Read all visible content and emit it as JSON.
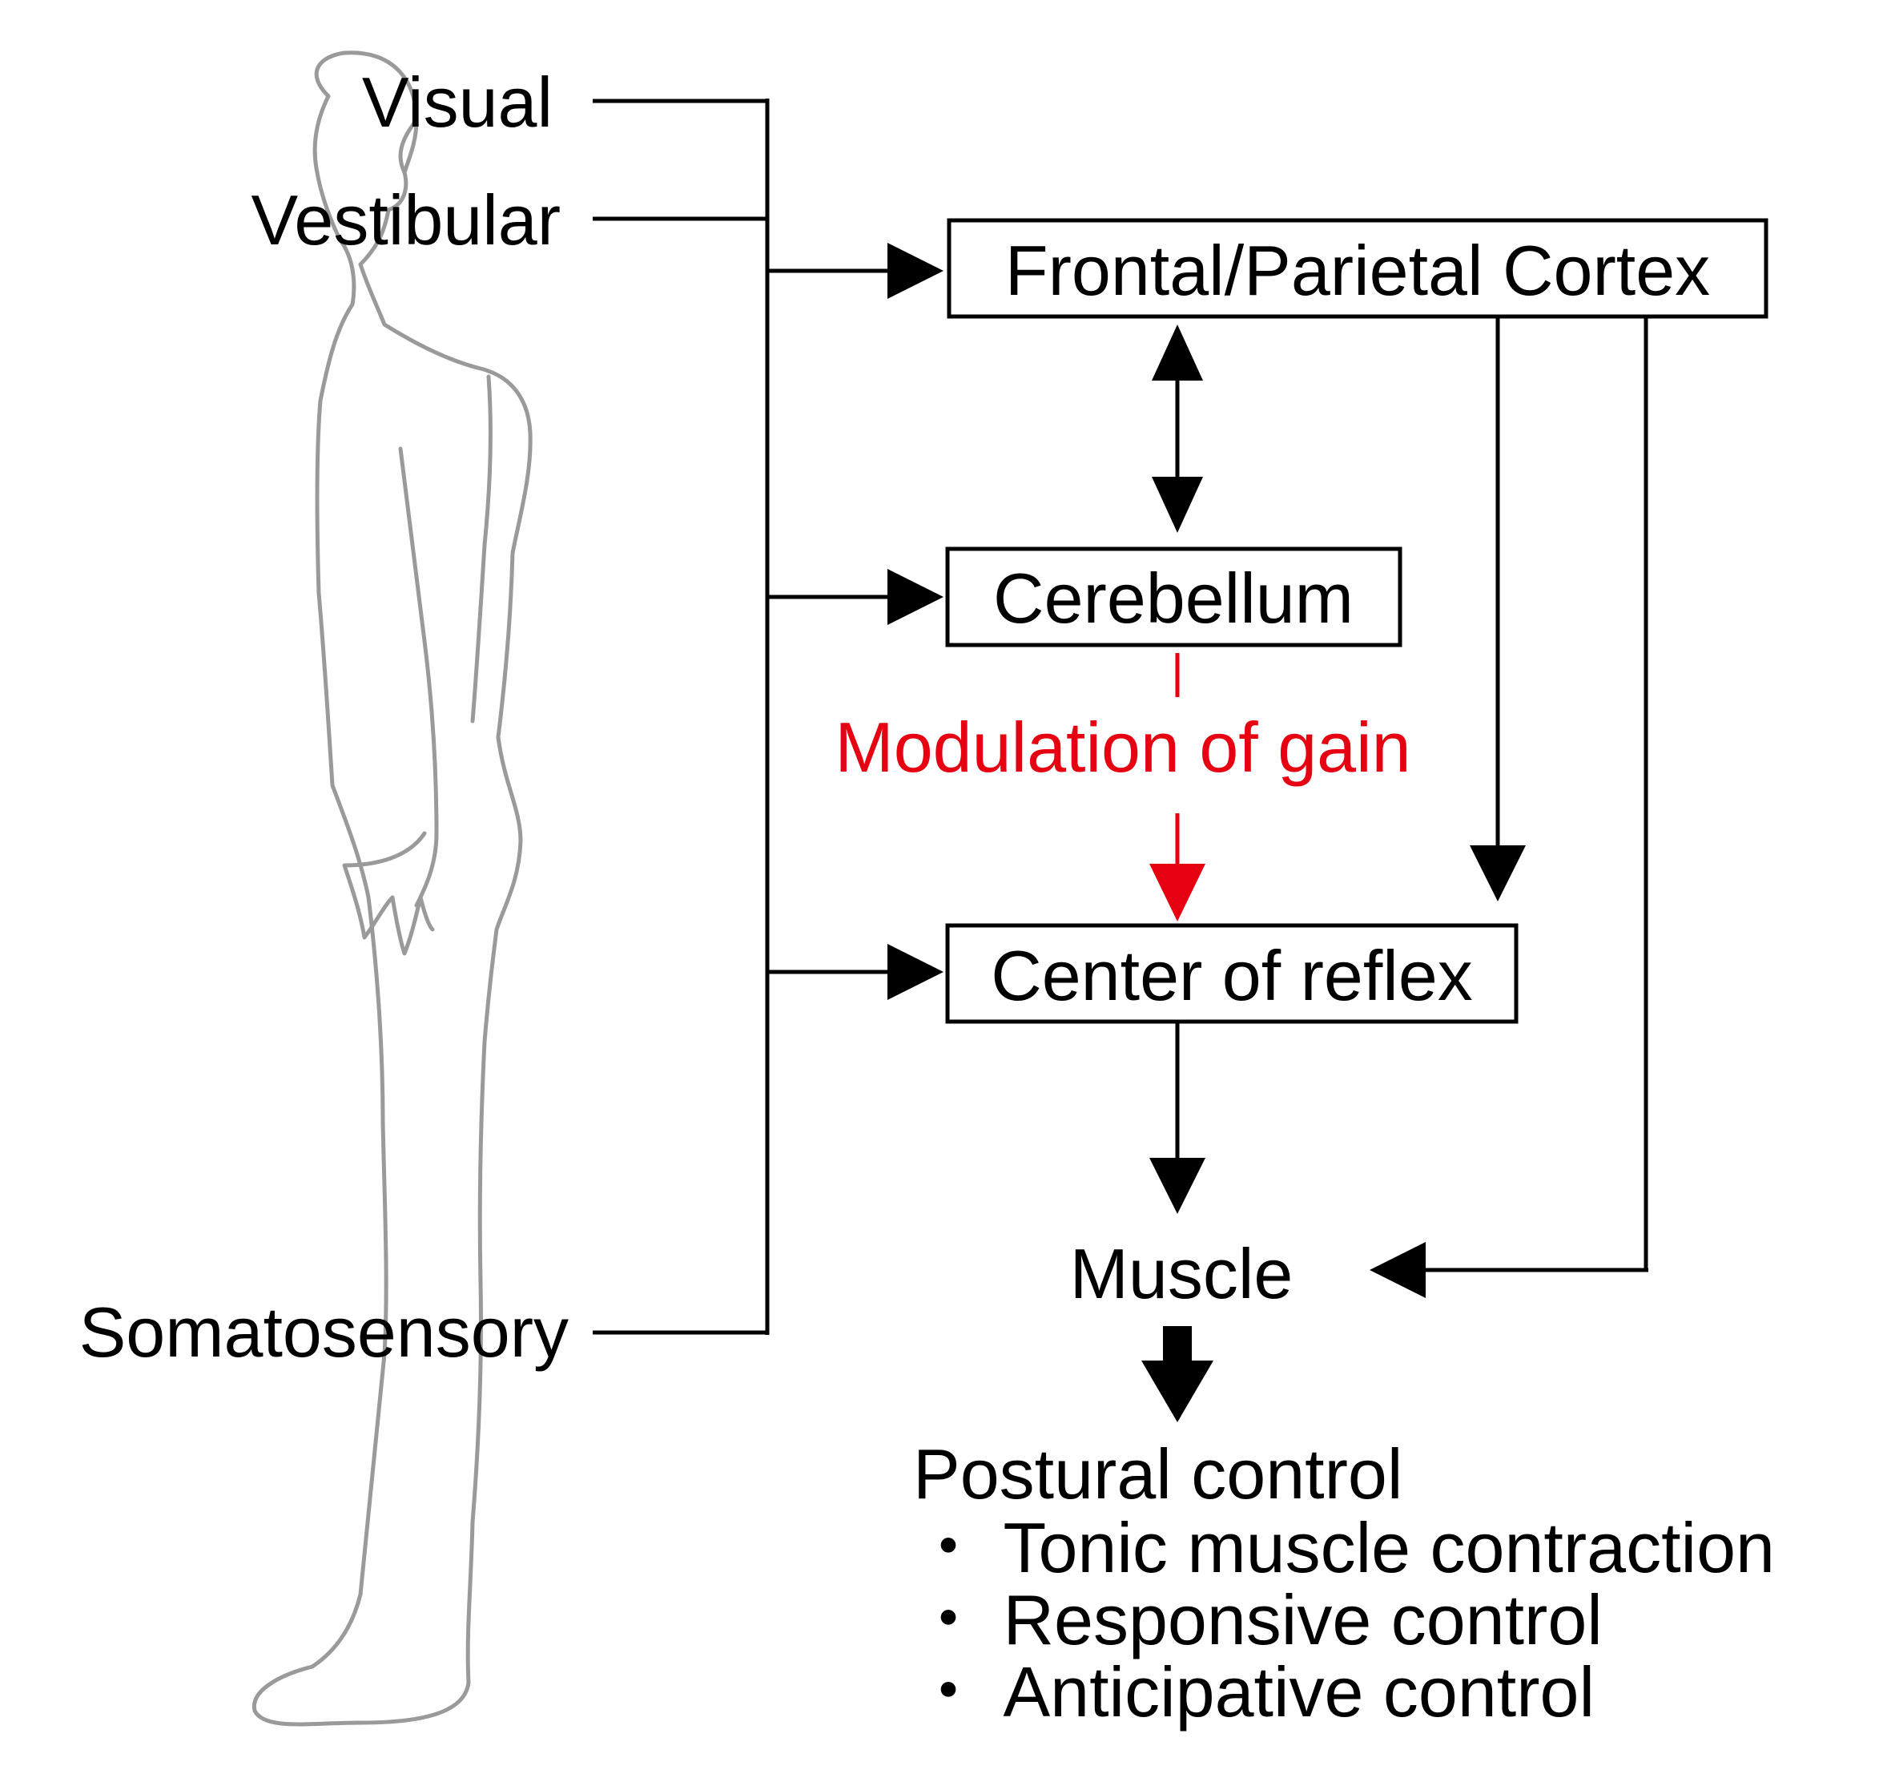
{
  "colors": {
    "line": "#000000",
    "modulation": "#e60012",
    "figure_outline": "#9a9a9a",
    "background": "#ffffff"
  },
  "inputs": {
    "visual": "Visual",
    "vestibular": "Vestibular",
    "somatosensory": "Somatosensory"
  },
  "nodes": {
    "cortex": "Frontal/Parietal Cortex",
    "cerebellum": "Cerebellum",
    "reflex_center": "Center of reflex",
    "muscle": "Muscle"
  },
  "modulation_label": "Modulation of gain",
  "outcome": {
    "title": "Postural control",
    "items": [
      "・ Tonic muscle contraction",
      "・ Responsive control",
      "・ Anticipative control"
    ]
  },
  "figure_icon": "standing-human-side-view-icon"
}
